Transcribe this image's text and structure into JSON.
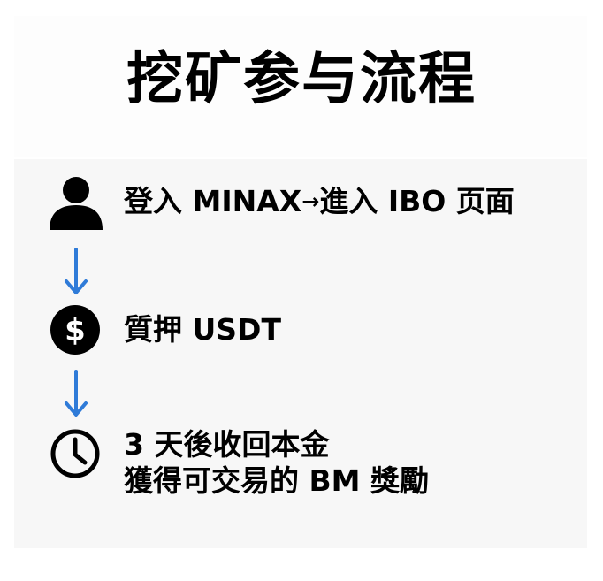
{
  "title": "挖矿参与流程",
  "colors": {
    "text": "#000000",
    "arrow": "#2f7bd8"
  },
  "steps": [
    {
      "icon": "person-icon",
      "text_before_arrow": "登入 MINAX",
      "inline_arrow": "→",
      "text_after_arrow": "進入 IBO 页面"
    },
    {
      "icon": "dollar-coin-icon",
      "text": "質押 USDT"
    },
    {
      "icon": "clock-icon",
      "line1": "3 天後收回本金",
      "line2": "獲得可交易的 BM 獎勵"
    }
  ],
  "connector_icon": "arrow-down-icon"
}
